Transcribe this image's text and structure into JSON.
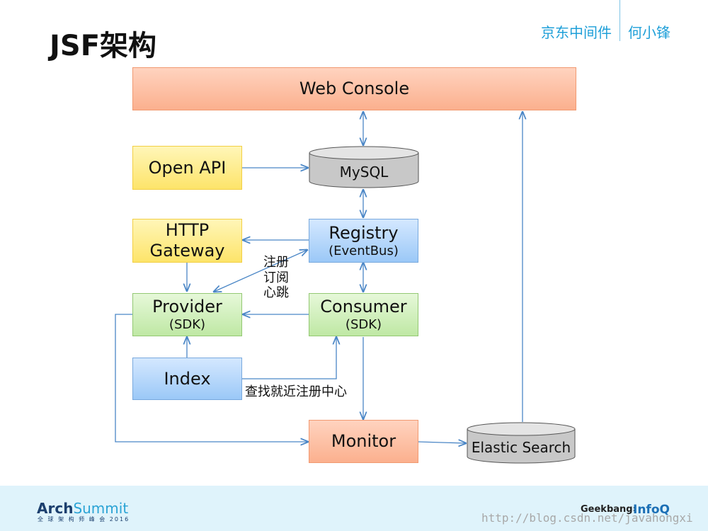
{
  "slide": {
    "title": "JSF架构"
  },
  "header": {
    "left": "京东中间件",
    "right": "何小锋"
  },
  "nodes": {
    "web_console": "Web Console",
    "open_api": "Open API",
    "mysql": "MySQL",
    "http_gateway": [
      "HTTP",
      "Gateway"
    ],
    "registry": [
      "Registry",
      "(EventBus)"
    ],
    "provider": [
      "Provider",
      "(SDK)"
    ],
    "consumer": [
      "Consumer",
      "(SDK)"
    ],
    "index": "Index",
    "monitor": "Monitor",
    "elastic_search": "Elastic Search"
  },
  "annotations": {
    "register": [
      "注册",
      "订阅",
      "心跳"
    ],
    "lookup": "查找就近注册中心"
  },
  "footer": {
    "logo_arch": "Arch",
    "logo_summit": "Summit",
    "logo_sub": "全 球 架 构 师 峰 会 2016",
    "geekbang": "Geekbang›",
    "infoq": "InfoQ",
    "watermark": "http://blog.csdn.net/javahongxi"
  },
  "colors": {
    "accent": "#1e9fd8",
    "arrow": "#4a86c6"
  }
}
